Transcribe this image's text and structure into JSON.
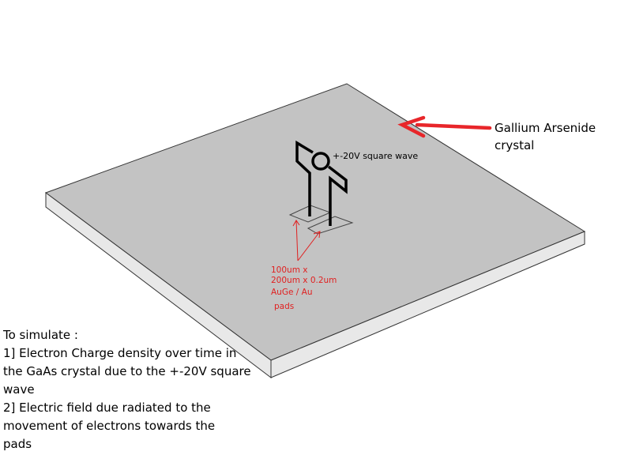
{
  "crystal_label": {
    "line1": "Gallium Arsenide",
    "line2": "crystal"
  },
  "source_label": "+-20V square wave",
  "pad_label": {
    "line1": "100um x",
    "line2": "200um x 0.2um",
    "line3": "AuGe / Au",
    "line4": "pads"
  },
  "simulate": {
    "heading": "To simulate :",
    "lines": [
      "1] Electron Charge density over time in",
      "the GaAs crystal due to the +-20V square",
      "wave",
      "2]  Electric field due radiated to the",
      "movement of electrons towards the",
      "pads"
    ]
  },
  "colors": {
    "slab_top": "#c3c3c3",
    "slab_side": "#e8e8e8",
    "outline": "#333333",
    "arrow": "#e8262a",
    "annotation": "#e02020",
    "wire": "#000000"
  }
}
